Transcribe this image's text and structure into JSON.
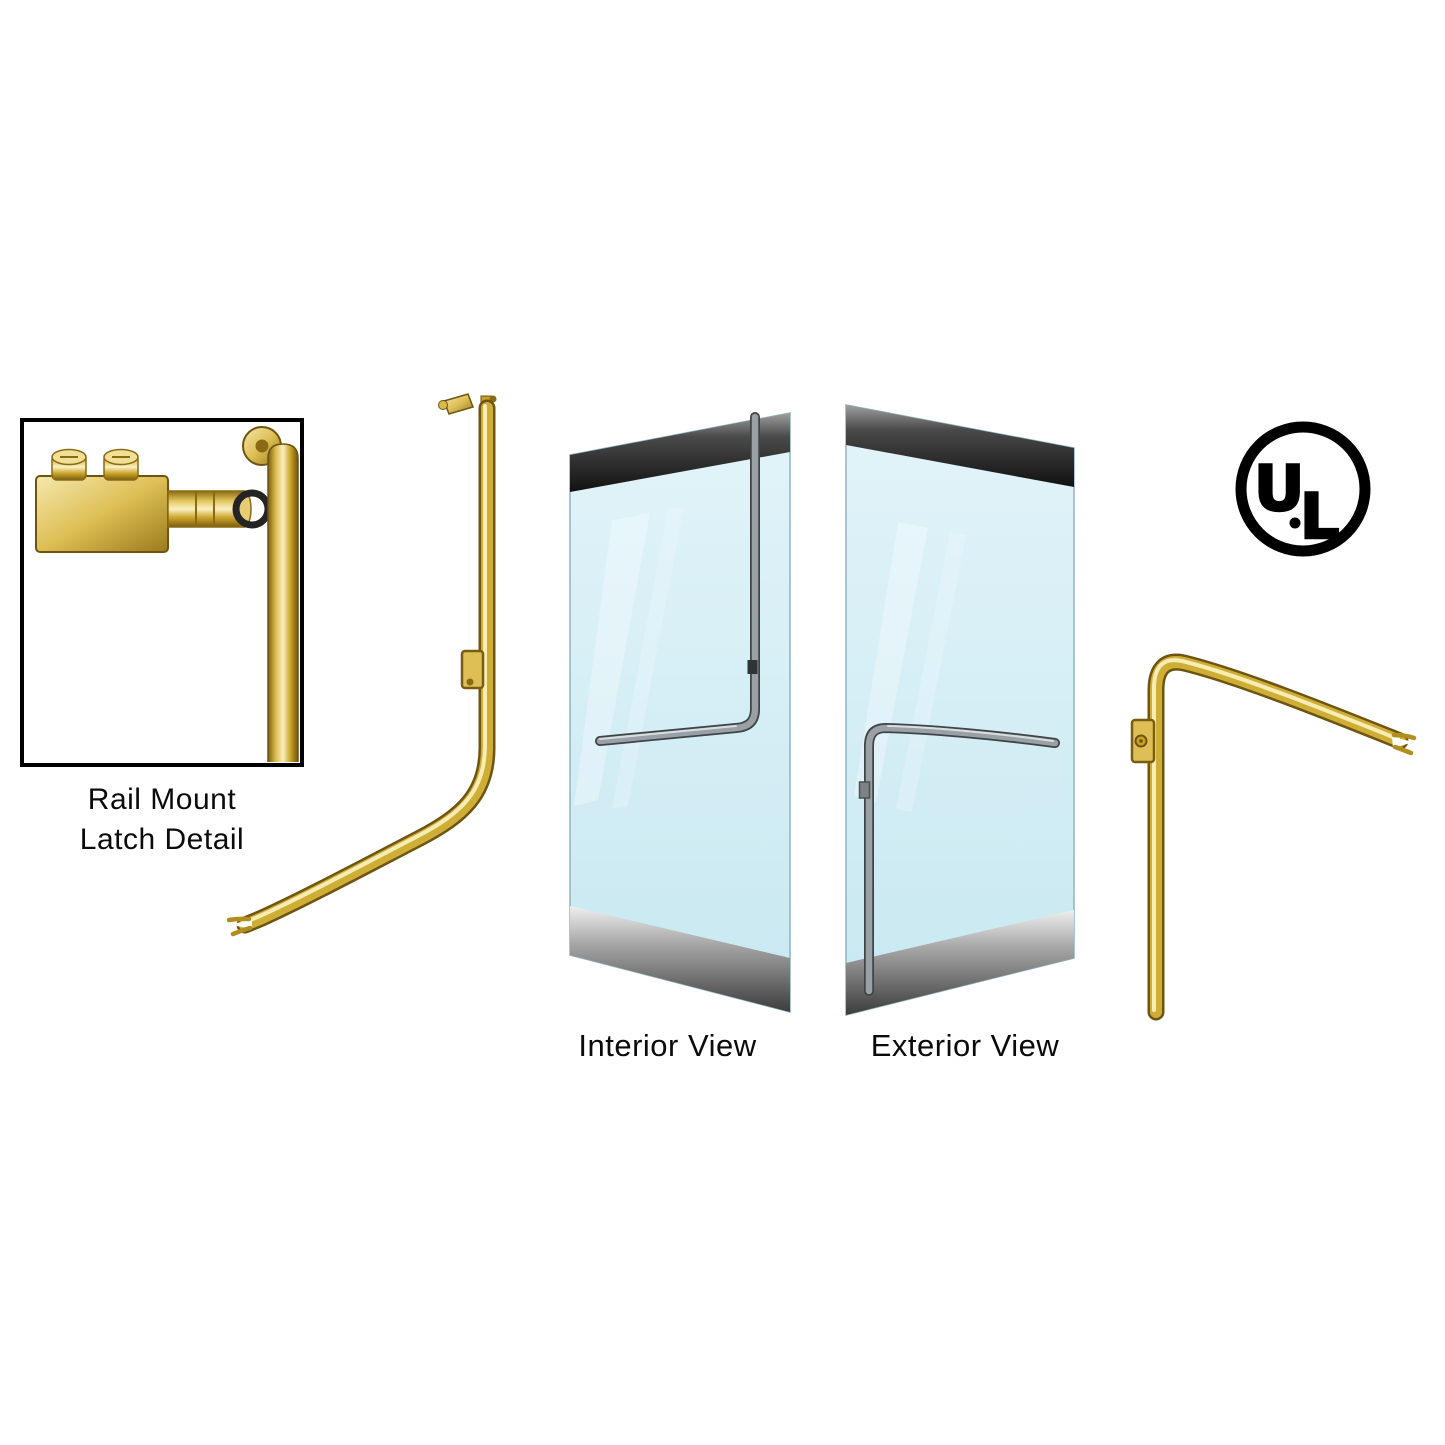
{
  "product_image": {
    "inset": {
      "caption_line1": "Rail Mount",
      "caption_line2": "Latch Detail"
    },
    "views": {
      "interior_label": "Interior View",
      "exterior_label": "Exterior View"
    },
    "certification": {
      "mark": "UL",
      "letter_u": "U",
      "letter_l": "L"
    },
    "colors": {
      "background": "#ffffff",
      "brass_edge": "#6e5410",
      "brass_mid": "#cfae36",
      "brass_highlight": "#f7ecb4",
      "glass_top": "#e2f4f9",
      "glass_bottom": "#c8e8f1",
      "rail_dark": "#111111",
      "rail_silver": "#a8a8a8",
      "handle_gray": "#9aa1a6",
      "handle_outline": "#3f4447",
      "mark_black": "#000000"
    },
    "icons": {
      "certification_icon": "ul-certification-icon"
    }
  }
}
